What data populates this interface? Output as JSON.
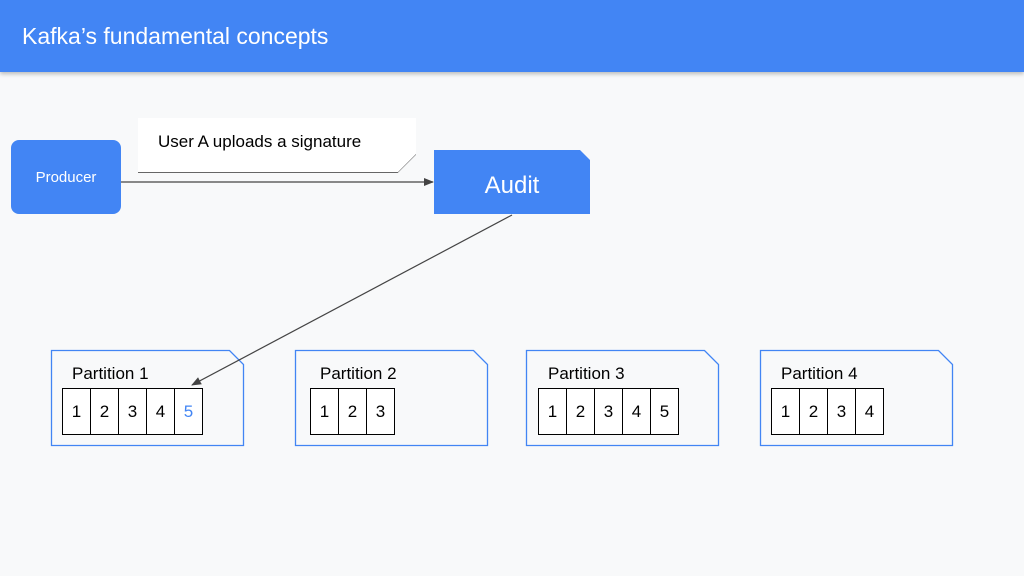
{
  "header": {
    "title": "Kafka’s fundamental concepts"
  },
  "producer": {
    "label": "Producer"
  },
  "audit": {
    "label": "Audit"
  },
  "note": {
    "text": "User A uploads a signature"
  },
  "partitions": [
    {
      "label": "Partition 1",
      "cells": [
        "1",
        "2",
        "3",
        "4",
        "5"
      ]
    },
    {
      "label": "Partition 2",
      "cells": [
        "1",
        "2",
        "3"
      ]
    },
    {
      "label": "Partition 3",
      "cells": [
        "1",
        "2",
        "3",
        "4",
        "5"
      ]
    },
    {
      "label": "Partition 4",
      "cells": [
        "1",
        "2",
        "3",
        "4"
      ]
    }
  ],
  "colors": {
    "accent": "#4285f4",
    "outline": "#4285f4",
    "highlight_text": "#4285f4"
  }
}
